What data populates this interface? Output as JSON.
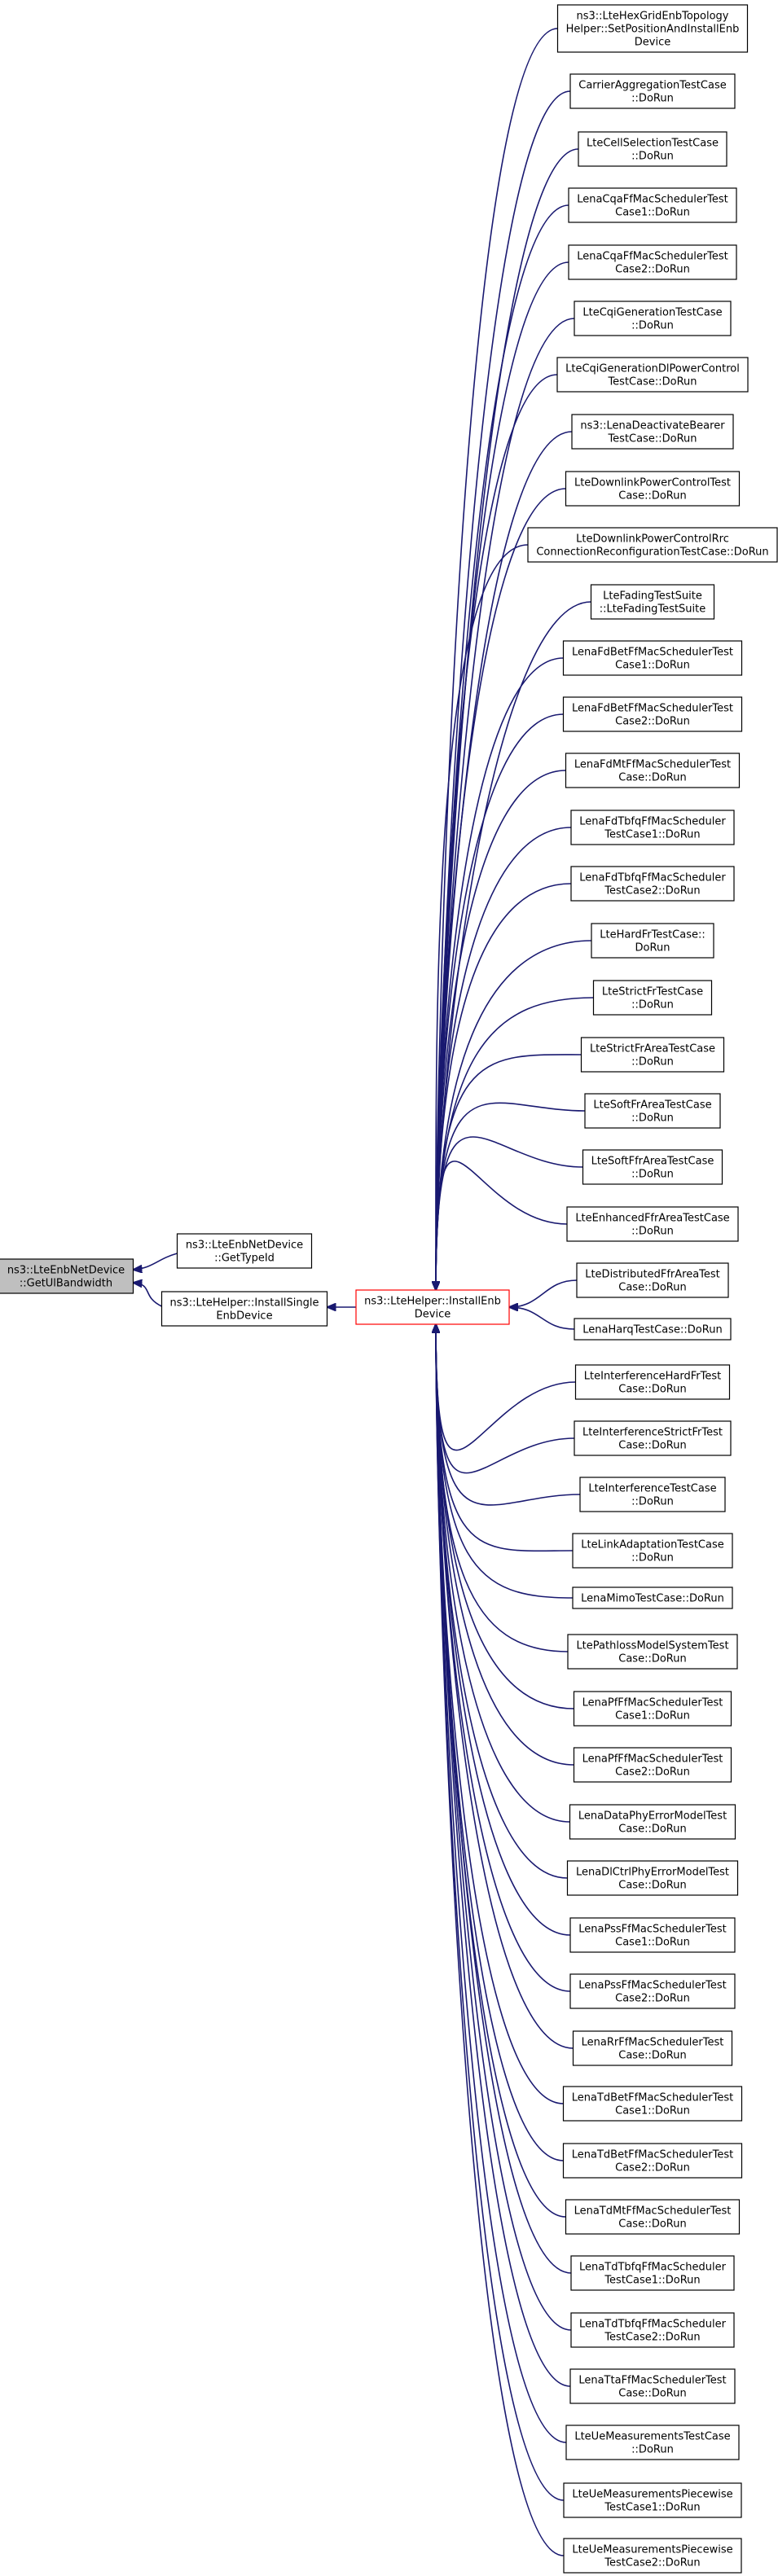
{
  "diagram": {
    "type": "doxygen-caller-graph",
    "colors": {
      "edge": "#191970",
      "node_border": "#000000",
      "node_fill": "#ffffff",
      "focus_fill": "#bfbfbf",
      "highlight_border": "#ff0000",
      "text": "#000000"
    },
    "root": {
      "id": "n0",
      "lines": [
        "ns3::LteEnbNetDevice",
        "::GetUlBandwidth"
      ],
      "style": "focus"
    },
    "level1": [
      {
        "id": "n1",
        "lines": [
          "ns3::LteEnbNetDevice",
          "::GetTypeId"
        ],
        "style": "normal"
      },
      {
        "id": "n2",
        "lines": [
          "ns3::LteHelper::InstallSingle",
          "EnbDevice"
        ],
        "style": "normal"
      }
    ],
    "level2": [
      {
        "id": "n3",
        "lines": [
          "ns3::LteHelper::InstallEnb",
          "Device"
        ],
        "style": "highlight"
      }
    ],
    "callers": [
      {
        "lines": [
          "ns3::LteHexGridEnbTopology",
          "Helper::SetPositionAndInstallEnb",
          "Device"
        ]
      },
      {
        "lines": [
          "CarrierAggregationTestCase",
          "::DoRun"
        ]
      },
      {
        "lines": [
          "LteCellSelectionTestCase",
          "::DoRun"
        ]
      },
      {
        "lines": [
          "LenaCqaFfMacSchedulerTest",
          "Case1::DoRun"
        ]
      },
      {
        "lines": [
          "LenaCqaFfMacSchedulerTest",
          "Case2::DoRun"
        ]
      },
      {
        "lines": [
          "LteCqiGenerationTestCase",
          "::DoRun"
        ]
      },
      {
        "lines": [
          "LteCqiGenerationDlPowerControl",
          "TestCase::DoRun"
        ]
      },
      {
        "lines": [
          "ns3::LenaDeactivateBearer",
          "TestCase::DoRun"
        ]
      },
      {
        "lines": [
          "LteDownlinkPowerControlTest",
          "Case::DoRun"
        ]
      },
      {
        "lines": [
          "LteDownlinkPowerControlRrc",
          "ConnectionReconfigurationTestCase::DoRun"
        ]
      },
      {
        "lines": [
          "LteFadingTestSuite",
          "::LteFadingTestSuite"
        ]
      },
      {
        "lines": [
          "LenaFdBetFfMacSchedulerTest",
          "Case1::DoRun"
        ]
      },
      {
        "lines": [
          "LenaFdBetFfMacSchedulerTest",
          "Case2::DoRun"
        ]
      },
      {
        "lines": [
          "LenaFdMtFfMacSchedulerTest",
          "Case::DoRun"
        ]
      },
      {
        "lines": [
          "LenaFdTbfqFfMacScheduler",
          "TestCase1::DoRun"
        ]
      },
      {
        "lines": [
          "LenaFdTbfqFfMacScheduler",
          "TestCase2::DoRun"
        ]
      },
      {
        "lines": [
          "LteHardFrTestCase::",
          "DoRun"
        ]
      },
      {
        "lines": [
          "LteStrictFrTestCase",
          "::DoRun"
        ]
      },
      {
        "lines": [
          "LteStrictFrAreaTestCase",
          "::DoRun"
        ]
      },
      {
        "lines": [
          "LteSoftFrAreaTestCase",
          "::DoRun"
        ]
      },
      {
        "lines": [
          "LteSoftFfrAreaTestCase",
          "::DoRun"
        ]
      },
      {
        "lines": [
          "LteEnhancedFfrAreaTestCase",
          "::DoRun"
        ]
      },
      {
        "lines": [
          "LteDistributedFfrAreaTest",
          "Case::DoRun"
        ]
      },
      {
        "lines": [
          "LenaHarqTestCase::DoRun"
        ]
      },
      {
        "lines": [
          "LteInterferenceHardFrTest",
          "Case::DoRun"
        ]
      },
      {
        "lines": [
          "LteInterferenceStrictFrTest",
          "Case::DoRun"
        ]
      },
      {
        "lines": [
          "LteInterferenceTestCase",
          "::DoRun"
        ]
      },
      {
        "lines": [
          "LteLinkAdaptationTestCase",
          "::DoRun"
        ]
      },
      {
        "lines": [
          "LenaMimoTestCase::DoRun"
        ]
      },
      {
        "lines": [
          "LtePathlossModelSystemTest",
          "Case::DoRun"
        ]
      },
      {
        "lines": [
          "LenaPfFfMacSchedulerTest",
          "Case1::DoRun"
        ]
      },
      {
        "lines": [
          "LenaPfFfMacSchedulerTest",
          "Case2::DoRun"
        ]
      },
      {
        "lines": [
          "LenaDataPhyErrorModelTest",
          "Case::DoRun"
        ]
      },
      {
        "lines": [
          "LenaDlCtrlPhyErrorModelTest",
          "Case::DoRun"
        ]
      },
      {
        "lines": [
          "LenaPssFfMacSchedulerTest",
          "Case1::DoRun"
        ]
      },
      {
        "lines": [
          "LenaPssFfMacSchedulerTest",
          "Case2::DoRun"
        ]
      },
      {
        "lines": [
          "LenaRrFfMacSchedulerTest",
          "Case::DoRun"
        ]
      },
      {
        "lines": [
          "LenaTdBetFfMacSchedulerTest",
          "Case1::DoRun"
        ]
      },
      {
        "lines": [
          "LenaTdBetFfMacSchedulerTest",
          "Case2::DoRun"
        ]
      },
      {
        "lines": [
          "LenaTdMtFfMacSchedulerTest",
          "Case::DoRun"
        ]
      },
      {
        "lines": [
          "LenaTdTbfqFfMacScheduler",
          "TestCase1::DoRun"
        ]
      },
      {
        "lines": [
          "LenaTdTbfqFfMacScheduler",
          "TestCase2::DoRun"
        ]
      },
      {
        "lines": [
          "LenaTtaFfMacSchedulerTest",
          "Case::DoRun"
        ]
      },
      {
        "lines": [
          "LteUeMeasurementsTestCase",
          "::DoRun"
        ]
      },
      {
        "lines": [
          "LteUeMeasurementsPiecewise",
          "TestCase1::DoRun"
        ]
      },
      {
        "lines": [
          "LteUeMeasurementsPiecewise",
          "TestCase2::DoRun"
        ]
      }
    ],
    "edges": [
      {
        "from": "n1",
        "to": "n0"
      },
      {
        "from": "n2",
        "to": "n0"
      },
      {
        "from": "n3",
        "to": "n2"
      },
      {
        "from": "callers",
        "to": "n3"
      }
    ]
  }
}
